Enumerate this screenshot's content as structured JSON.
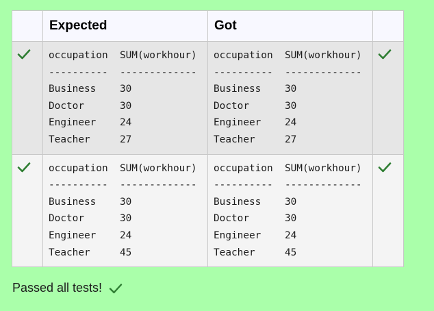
{
  "table": {
    "headers": {
      "status": "",
      "expected": "Expected",
      "got": "Got",
      "status_end": ""
    },
    "rows": [
      {
        "expected": "occupation  SUM(workhour)\n----------  -------------\nBusiness    30\nDoctor      30\nEngineer    24\nTeacher     27",
        "got": "occupation  SUM(workhour)\n----------  -------------\nBusiness    30\nDoctor      30\nEngineer    24\nTeacher     27",
        "passed": true
      },
      {
        "expected": "occupation  SUM(workhour)\n----------  -------------\nBusiness    30\nDoctor      30\nEngineer    24\nTeacher     45",
        "got": "occupation  SUM(workhour)\n----------  -------------\nBusiness    30\nDoctor      30\nEngineer    24\nTeacher     45",
        "passed": true
      }
    ]
  },
  "summary": {
    "text": "Passed all tests!"
  },
  "colors": {
    "page_background": "#aaffaa",
    "tick": "#2e7d32"
  },
  "icons": {
    "row_status": "check-icon",
    "summary_status": "check-icon"
  }
}
